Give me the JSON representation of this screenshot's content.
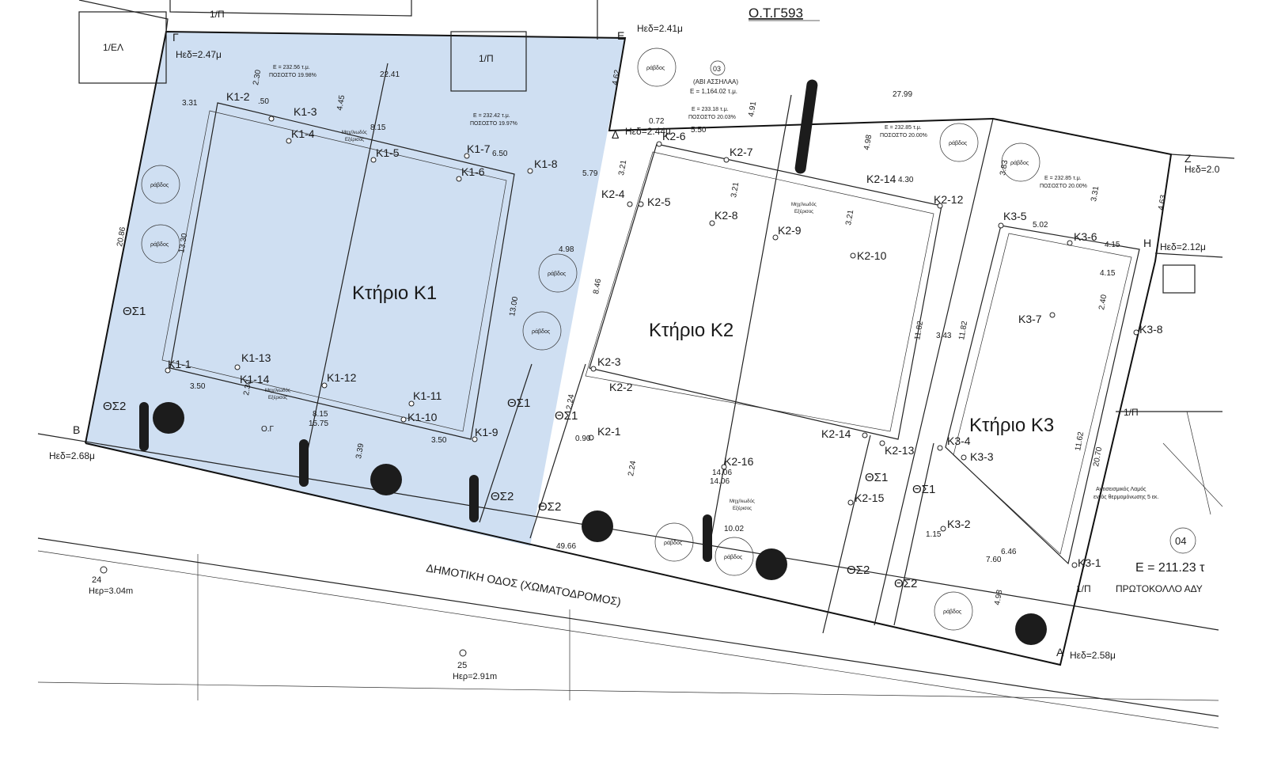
{
  "block_id": "Ο.Τ.Γ593",
  "colors": {
    "k1_fill": "#cfdff2",
    "lines": "#222222",
    "background": "#ffffff"
  },
  "buildings": {
    "k1": "Κτήριο Κ1",
    "k2": "Κτήριο Κ2",
    "k3": "Κτήριο Κ3"
  },
  "corners": {
    "g": "Γ",
    "g_h": "Ηεδ=2.47μ",
    "e": "Ε",
    "e_h": "Ηεδ=2.41μ",
    "d": "Δ",
    "d_h": "Ηεδ=2.44μ",
    "z": "Ζ",
    "z_h": "Ηεδ=2.0",
    "eta": "Η",
    "eta_h": "Ηεδ=2.12μ",
    "b": "Β",
    "b_h": "Ηεδ=2.68μ",
    "a": "Α",
    "a_h": "Ηεδ=2.58μ"
  },
  "neighbours": {
    "el": "1/ΕΛ",
    "p1": "1/Π",
    "p2": "1/Π",
    "p3": "1/Π",
    "p4": "1/Π"
  },
  "parcels": {
    "p03_num": "03",
    "p03_name": "(ΑΒΙ ΑΣΣΗΛΑΑ)",
    "p03_area": "Ε = 1,164.02 τ.μ.",
    "p04_num": "04",
    "p04_area": "Ε = 211.23 τ",
    "p04_note": "ΠΡΩΤΟΚΟΛΛΟ ΑΔΥ"
  },
  "shares": {
    "s1a": "Ε = 232.56 τ.μ.",
    "s1b": "ΠΟΣΟΣΤΟ 19.98%",
    "s2a": "Ε = 232.42 τ.μ.",
    "s2b": "ΠΟΣΟΣΤΟ 19.97%",
    "s3a": "Ε = 233.18 τ.μ.",
    "s3b": "ΠΟΣΟΣΤΟ 20.03%",
    "s4a": "Ε = 232.85 τ.μ.",
    "s4b": "ΠΟΣΟΣΤΟ 20.00%",
    "s5a": "Ε = 232.85 τ.μ.",
    "s5b": "ΠΟΣΟΣΤΟ 20.00%"
  },
  "road": {
    "name": "ΔΗΜΟΤΙΚΗ ΟΔΟΣ (ΧΩΜΑΤΟΔΡΟΜΟΣ)",
    "bm24": "24",
    "bm24_h": "Ηερ=3.04m",
    "bm25": "25",
    "bm25_h": "Ηερ=2.91m"
  },
  "parking": {
    "t1": "ΘΣ1",
    "t2": "ΘΣ2",
    "t3": "ΘΣ1",
    "t4": "ΘΣ2",
    "t5": "ΘΣ1",
    "t6": "ΘΣ2",
    "t7": "ΘΣ1",
    "t8": "ΘΣ2",
    "t9": "ΘΣ2",
    "t10": "ΘΣ1"
  },
  "misc": {
    "og": "Ο.Γ",
    "rabdos": "ράβδος",
    "mech": "Μηχ/λιωδός",
    "mech2": "Εξέρισος",
    "tank_note": "Αντισεισμικός Λαμός",
    "tank_note2": "εντός θερμομόνωσης 5 εκ."
  },
  "dims": {
    "d2241": "22.41",
    "d2799": "27.99",
    "d2086": "20.86",
    "d1330": "13.30",
    "d1300": "13.00",
    "d331": "3.31",
    "d230": "2.30",
    "d250": ".50",
    "d445": "4.45",
    "d815a": "8.15",
    "d650": "6.50",
    "d579": "5.79",
    "d498a": "4.98",
    "d846": "8.46",
    "d462": "4.62",
    "d321a": "3.21",
    "d321b": "3.21",
    "d321c": "3.21",
    "d072": "0.72",
    "d550": "5.50",
    "d491": "4.91",
    "d498b": "4.98",
    "d430": "4.30",
    "d1182a": "11.82",
    "d1182b": "11.82",
    "d383": "3.83",
    "d502": "5.02",
    "d415a": "4.15",
    "d415b": "4.15",
    "d331b": "3.31",
    "d463": "4.63",
    "d240": "2.40",
    "d1162": "11.62",
    "d2070": "20.70",
    "d350a": "3.50",
    "d230b": "2.30",
    "d815b": "8.15",
    "d1575": "15.75",
    "d350b": "3.50",
    "d339": "3.39",
    "d090": "0.90",
    "d224a": "2.24",
    "d224b": "2.24",
    "d1406a": "14.06",
    "d1406b": "14.06",
    "d1002": "10.02",
    "d4966": "49.66",
    "d646": "6.46",
    "d760": "7.60",
    "d115": "1.15",
    "d498c": "4.98",
    "d343": "3.43"
  },
  "points": {
    "k1_1": "Κ1-1",
    "k1_2": "Κ1-2",
    "k1_3": "Κ1-3",
    "k1_4": "Κ1-4",
    "k1_5": "Κ1-5",
    "k1_6": "Κ1-6",
    "k1_7": "Κ1-7",
    "k1_8": "Κ1-8",
    "k1_9": "Κ1-9",
    "k1_10": "Κ1-10",
    "k1_11": "Κ1-11",
    "k1_12": "Κ1-12",
    "k1_13": "Κ1-13",
    "k1_14": "Κ1-14",
    "k2_1": "Κ2-1",
    "k2_2": "Κ2-2",
    "k2_3": "Κ2-3",
    "k2_4": "Κ2-4",
    "k2_5": "Κ2-5",
    "k2_6": "Κ2-6",
    "k2_7": "Κ2-7",
    "k2_8": "Κ2-8",
    "k2_9": "Κ2-9",
    "k2_10": "Κ2-10",
    "k2_12": "Κ2-12",
    "k2_13": "Κ2-13",
    "k2_14a": "Κ2-14",
    "k2_14b": "Κ2-14",
    "k2_15": "Κ2-15",
    "k2_16": "Κ2-16",
    "k3_1": "Κ3-1",
    "k3_2": "Κ3-2",
    "k3_3": "Κ3-3",
    "k3_4": "Κ3-4",
    "k3_5": "Κ3-5",
    "k3_6": "Κ3-6",
    "k3_7": "Κ3-7",
    "k3_8": "Κ3-8"
  }
}
